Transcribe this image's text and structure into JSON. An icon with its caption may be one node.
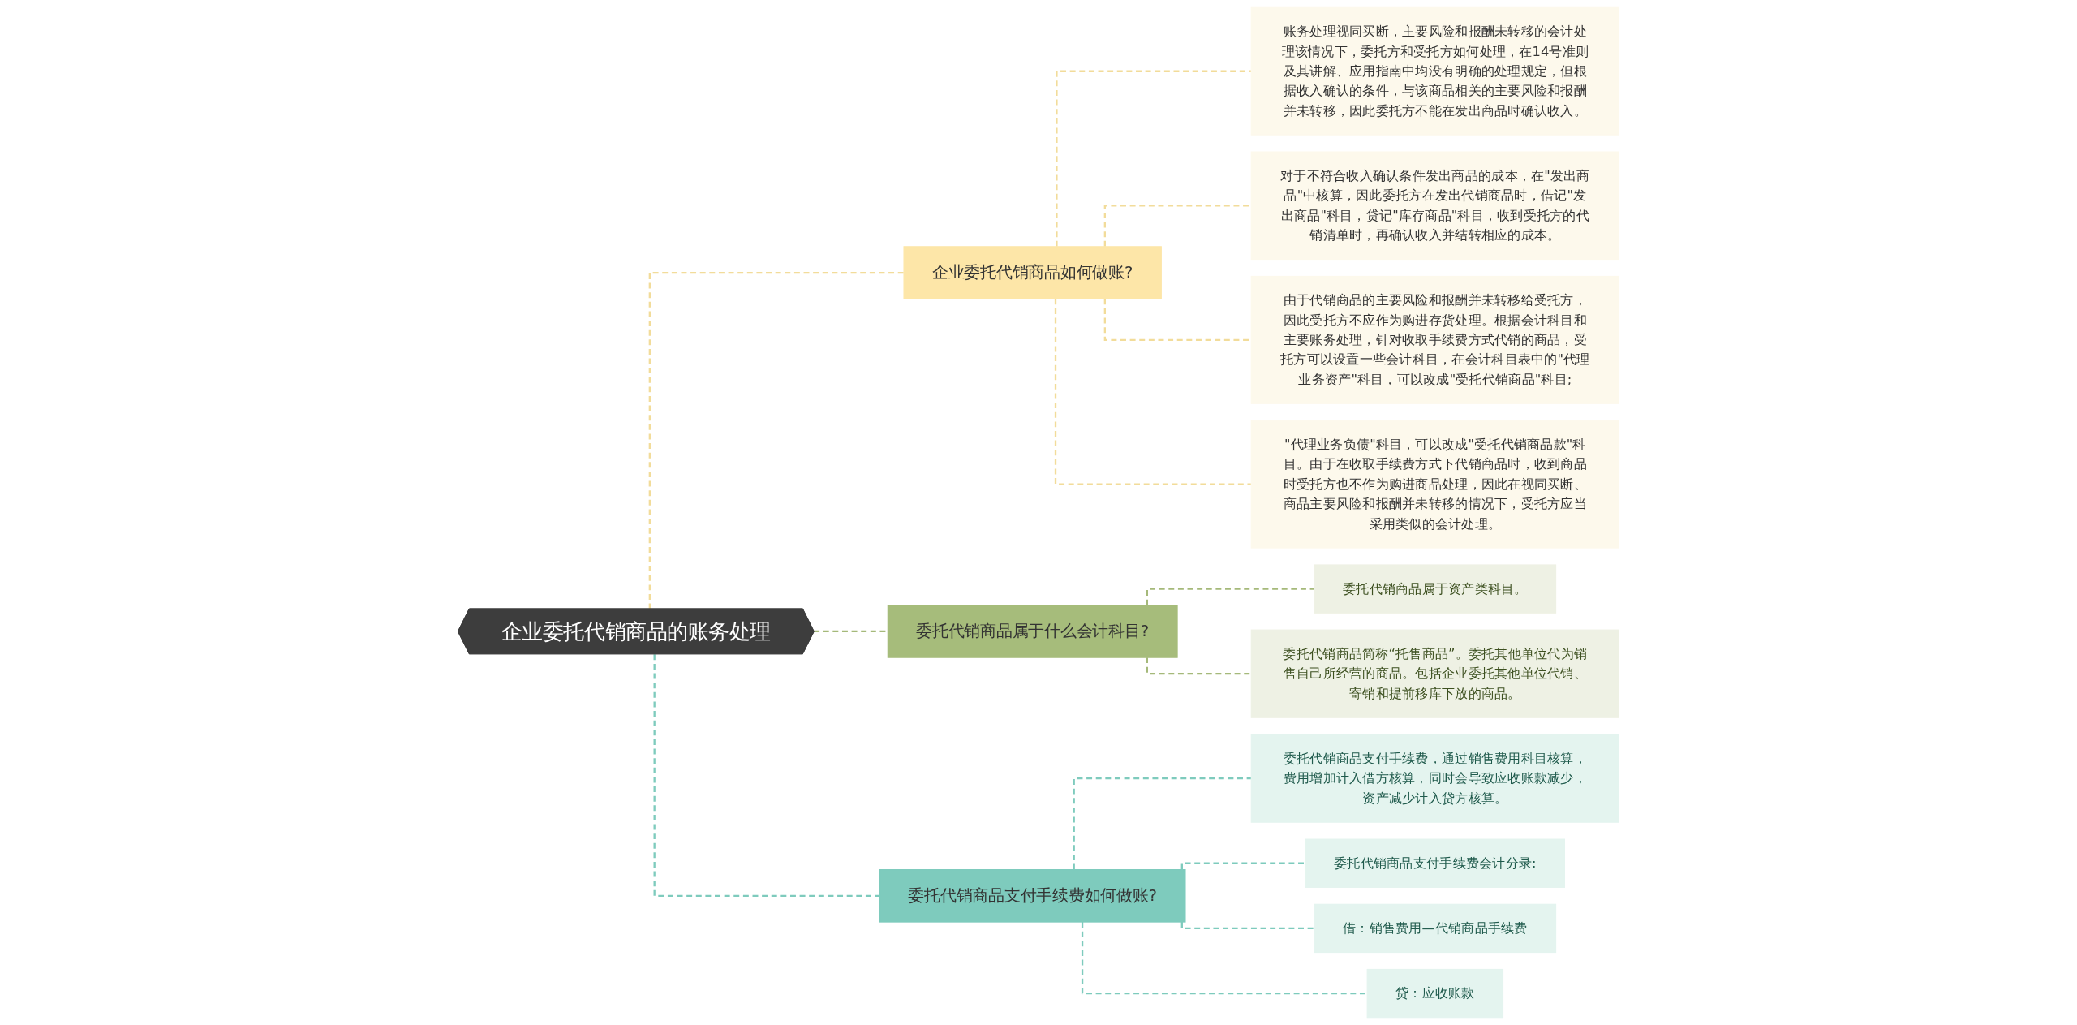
{
  "diagram": {
    "nodes": [
      {
        "text": [
          "企业委托代销商品的账务处理"
        ]
      },
      {
        "text": [
          "企业委托代销商品如何做账?"
        ]
      },
      {
        "text": [
          "账务处理视同买断，主要风险和报酬未转移的会计处理该情况下，委托方和受托方如何处理，在14号准则及其讲解、应用指南中均没有明确的处理规定，但根据收入确认的条件，与该商品相关的主要风险和报酬并未转移，因此委托方不能在发出商品时确认收入。"
        ]
      },
      {
        "text": [
          "对于不符合收入确认条件发出商品的成本，在\"发出商品\"中核算，因此委托方在发出代销商品时，借记\"发出商品\"科目，贷记\"库存商品\"科目，收到受托方的代销清单时，再确认收入并结转相应的成本。"
        ]
      },
      {
        "text": [
          "由于代销商品的主要风险和报酬并未转移给受托方，因此受托方不应作为购进存货处理。根据会计科目和主要账务处理，针对收取手续费方式代销的商品，受托方可以设置一些会计科目，在会计科目表中的\"代理业务资产\"科目，可以改成\"受托代销商品\"科目;"
        ]
      },
      {
        "text": [
          "\"代理业务负债\"科目，可以改成\"受托代销商品款\"科目。由于在收取手续费方式下代销商品时，收到商品时受托方也不作为购进商品处理，因此在视同买断、商品主要风险和报酬并未转移的情况下，受托方应当采用类似的会计处理。"
        ]
      },
      {
        "text": [
          "委托代销商品属于什么会计科目?"
        ]
      },
      {
        "text": [
          "委托代销商品属于资产类科目。"
        ]
      },
      {
        "text": [
          "委托代销商品简称“托售商品”。委托其他单位代为销售自己所经营的商品。包括企业委托其他单位代销、寄销和提前移库下放的商品。"
        ]
      },
      {
        "text": [
          "委托代销商品支付手续费如何做账?"
        ]
      },
      {
        "text": [
          "委托代销商品支付手续费，通过销售费用科目核算，费用增加计入借方核算，同时会导致应收账款减少，资产减少计入贷方核算。"
        ]
      },
      {
        "text": [
          "委托代销商品支付手续费会计分录:"
        ]
      },
      {
        "text": [
          "借：销售费用—代销商品手续费"
        ]
      },
      {
        "text": [
          "贷：应收账款"
        ]
      }
    ],
    "edges": [
      {
        "from": 0,
        "to": 1,
        "arrow": "none",
        "style": "dashed",
        "color": "#f2dc9a"
      },
      {
        "from": 1,
        "to": 2,
        "arrow": "none",
        "style": "dashed",
        "color": "#f2dc9a"
      },
      {
        "from": 1,
        "to": 3,
        "arrow": "none",
        "style": "dashed",
        "color": "#f2dc9a"
      },
      {
        "from": 1,
        "to": 4,
        "arrow": "none",
        "style": "dashed",
        "color": "#f2dc9a"
      },
      {
        "from": 1,
        "to": 5,
        "arrow": "none",
        "style": "dashed",
        "color": "#f2dc9a"
      },
      {
        "from": 0,
        "to": 6,
        "arrow": "none",
        "style": "dashed",
        "color": "#a5b97a"
      },
      {
        "from": 6,
        "to": 7,
        "arrow": "none",
        "style": "dashed",
        "color": "#a5b97a"
      },
      {
        "from": 6,
        "to": 8,
        "arrow": "none",
        "style": "dashed",
        "color": "#a5b97a"
      },
      {
        "from": 0,
        "to": 9,
        "arrow": "none",
        "style": "dashed",
        "color": "#7ecbbd"
      },
      {
        "from": 9,
        "to": 10,
        "arrow": "none",
        "style": "dashed",
        "color": "#7ecbbd"
      },
      {
        "from": 9,
        "to": 11,
        "arrow": "none",
        "style": "dashed",
        "color": "#7ecbbd"
      },
      {
        "from": 9,
        "to": 12,
        "arrow": "none",
        "style": "dashed",
        "color": "#7ecbbd"
      },
      {
        "from": 9,
        "to": 13,
        "arrow": "none",
        "style": "dashed",
        "color": "#7ecbbd"
      }
    ]
  }
}
